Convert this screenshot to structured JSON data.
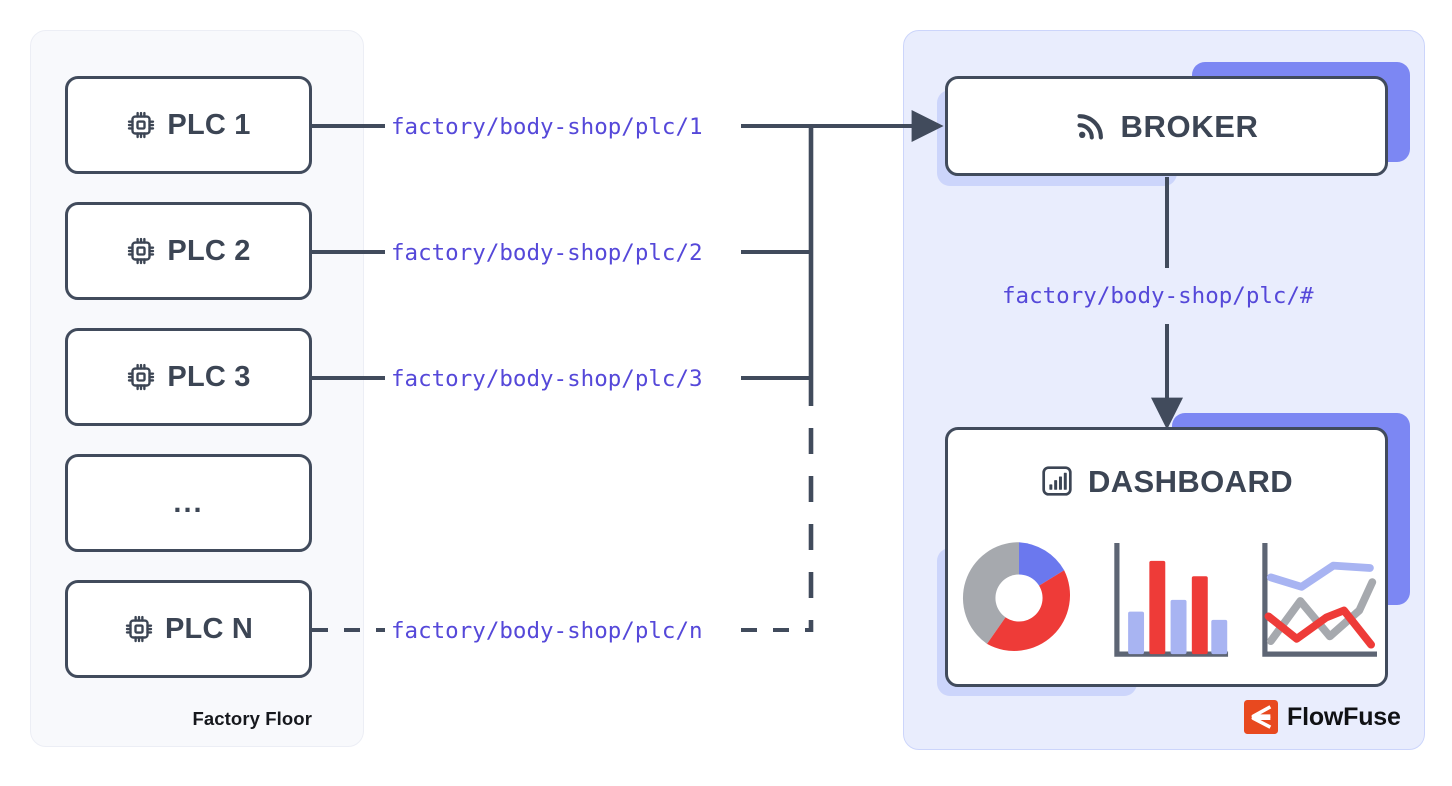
{
  "diagram": {
    "title": "MQTT factory floor to broker to dashboard flow",
    "colors": {
      "outline": "#414b5c",
      "topic_text": "#5548d9",
      "panel_left_bg": "#f8f9fc",
      "panel_right_bg": "#e9edfd",
      "shadow_purple": "#7c87f3",
      "shadow_lavender": "#ccd5fb",
      "chart_red": "#ee3b38",
      "chart_blue": "#a8b4f2",
      "chart_indigo": "#6b78ee",
      "chart_gray": "#a6a9ae",
      "brand_orange": "#e8491f"
    }
  },
  "factory": {
    "label": "Factory Floor",
    "devices": [
      {
        "name": "PLC 1",
        "icon": "cpu-icon",
        "topic": "factory/body-shop/plc/1",
        "link": "solid"
      },
      {
        "name": "PLC 2",
        "icon": "cpu-icon",
        "topic": "factory/body-shop/plc/2",
        "link": "solid"
      },
      {
        "name": "PLC 3",
        "icon": "cpu-icon",
        "topic": "factory/body-shop/plc/3",
        "link": "solid"
      },
      {
        "name": "...",
        "icon": "none",
        "topic": "",
        "link": "none"
      },
      {
        "name": "PLC N",
        "icon": "cpu-icon",
        "topic": "factory/body-shop/plc/n",
        "link": "dashed"
      }
    ]
  },
  "broker": {
    "label": "BROKER",
    "icon": "rss-icon"
  },
  "subscription": {
    "topic": "factory/body-shop/plc/#"
  },
  "dashboard": {
    "label": "DASHBOARD",
    "icon": "bar-chart-icon"
  },
  "brand": {
    "name": "FlowFuse",
    "mark": "flowfuse-logo-icon"
  },
  "chart_data": [
    {
      "type": "pie",
      "title": "",
      "labels": [
        "segment-blue",
        "segment-red",
        "segment-gray"
      ],
      "values": [
        15,
        45,
        40
      ],
      "colors": [
        "#6b78ee",
        "#ee3b38",
        "#a6a9ae"
      ],
      "donut": true,
      "legend": "none"
    },
    {
      "type": "bar",
      "title": "",
      "categories": [
        "1",
        "2",
        "3",
        "4",
        "5"
      ],
      "values": [
        38,
        92,
        55,
        78,
        30
      ],
      "colors": [
        "#a8b4f2",
        "#ee3b38",
        "#a8b4f2",
        "#ee3b38",
        "#a8b4f2"
      ],
      "xlabel": "",
      "ylabel": "",
      "ylim": [
        0,
        100
      ],
      "grid": false,
      "legend": "none"
    },
    {
      "type": "line",
      "title": "",
      "x": [
        0,
        1,
        2,
        3,
        4
      ],
      "series": [
        {
          "name": "blue",
          "values": [
            72,
            64,
            82,
            78,
            78
          ],
          "color": "#a8b4f2"
        },
        {
          "name": "gray",
          "values": [
            12,
            52,
            20,
            42,
            88
          ],
          "color": "#a6a9ae"
        },
        {
          "name": "red",
          "values": [
            34,
            14,
            34,
            46,
            10
          ],
          "color": "#ee3b38"
        }
      ],
      "xlabel": "",
      "ylabel": "",
      "ylim": [
        0,
        100
      ],
      "grid": false,
      "legend": "none"
    }
  ]
}
